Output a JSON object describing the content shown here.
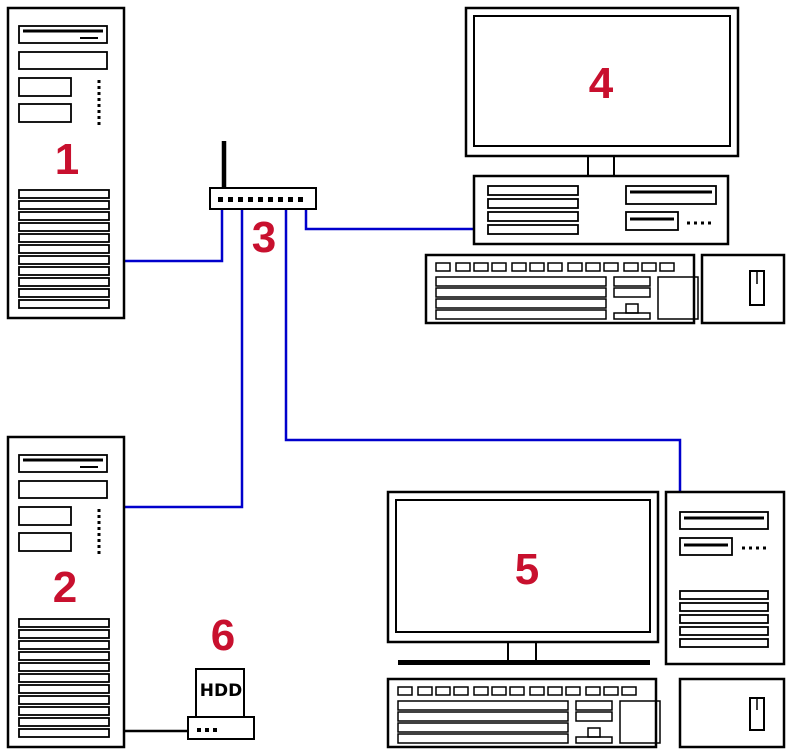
{
  "diagram": {
    "nodes": [
      {
        "id": "n1",
        "kind": "tower-server",
        "label": "1"
      },
      {
        "id": "n2",
        "kind": "tower-server",
        "label": "2"
      },
      {
        "id": "n3",
        "kind": "wifi-router",
        "label": "3"
      },
      {
        "id": "n4",
        "kind": "desktop-workstation",
        "label": "4"
      },
      {
        "id": "n5",
        "kind": "desktop-workstation",
        "label": "5"
      },
      {
        "id": "n6",
        "kind": "external-hdd",
        "label": "6",
        "device_text": "HDD"
      }
    ],
    "edges": [
      {
        "from": "n1",
        "to": "n3"
      },
      {
        "from": "n2",
        "to": "n3"
      },
      {
        "from": "n4",
        "to": "n3"
      },
      {
        "from": "n5",
        "to": "n3"
      },
      {
        "from": "n2",
        "to": "n6"
      }
    ],
    "colors": {
      "link": "#0000cc",
      "label": "#c8102e",
      "outline": "#000000",
      "fill": "#ffffff"
    }
  }
}
